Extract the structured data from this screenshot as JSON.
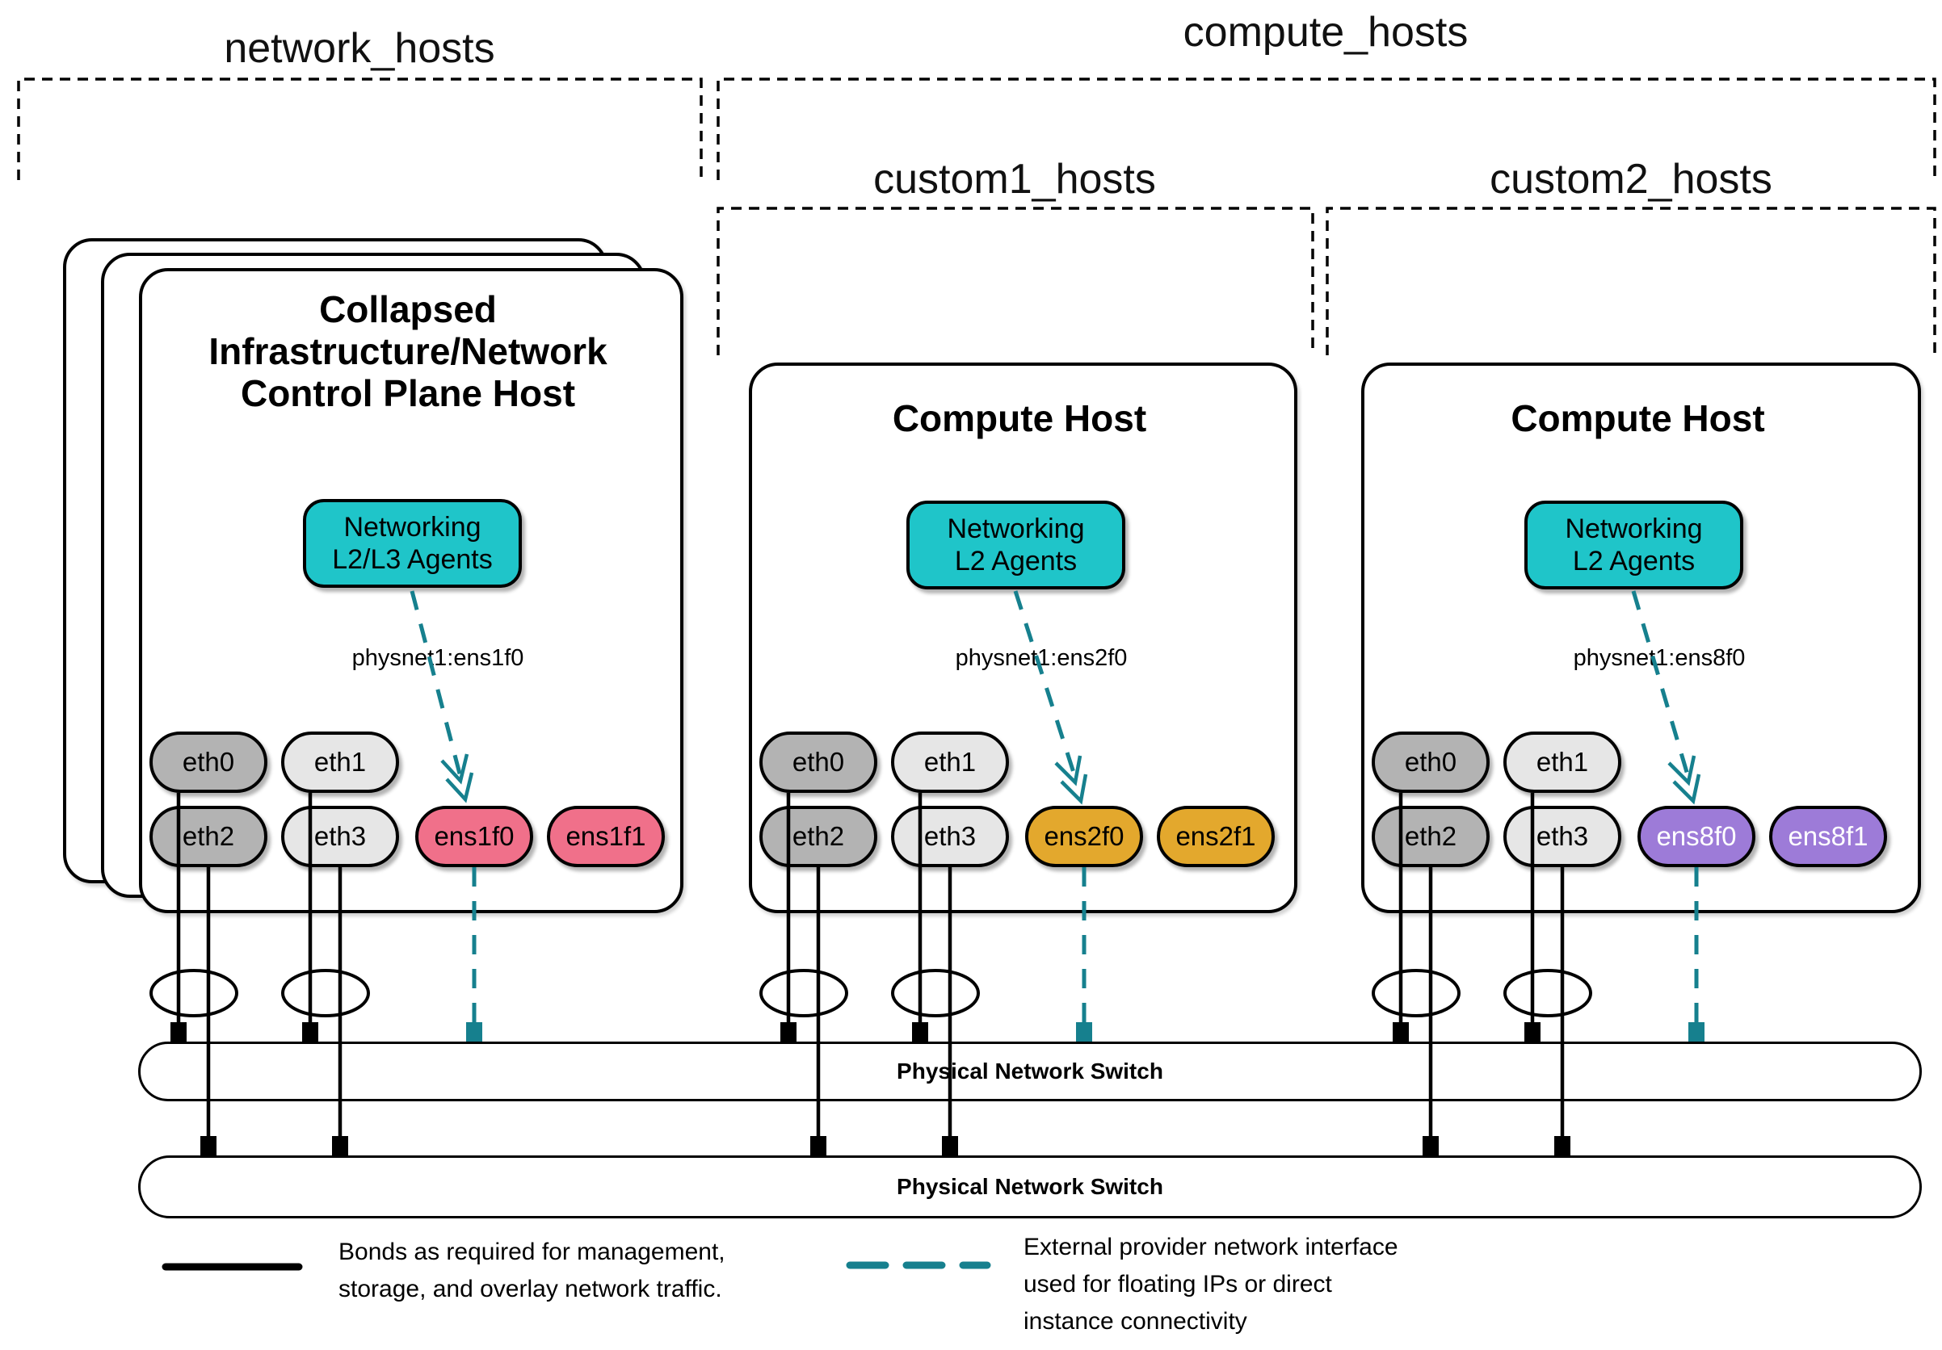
{
  "groups": {
    "network_hosts": {
      "label": "network_hosts"
    },
    "compute_hosts": {
      "label": "compute_hosts"
    },
    "custom1_hosts": {
      "label": "custom1_hosts"
    },
    "custom2_hosts": {
      "label": "custom2_hosts"
    }
  },
  "hosts": [
    {
      "title_lines": [
        "Collapsed",
        "Infrastructure/Network",
        "Control Plane Host"
      ],
      "agent_lines": [
        "Networking",
        "L2/L3 Agents"
      ],
      "physnet_label": "physnet1:ens1f0",
      "nics": {
        "eth0": "eth0",
        "eth1": "eth1",
        "eth2": "eth2",
        "eth3": "eth3",
        "prov0": "ens1f0",
        "prov1": "ens1f1"
      }
    },
    {
      "title_lines": [
        "Compute Host"
      ],
      "agent_lines": [
        "Networking",
        "L2 Agents"
      ],
      "physnet_label": "physnet1:ens2f0",
      "nics": {
        "eth0": "eth0",
        "eth1": "eth1",
        "eth2": "eth2",
        "eth3": "eth3",
        "prov0": "ens2f0",
        "prov1": "ens2f1"
      }
    },
    {
      "title_lines": [
        "Compute Host"
      ],
      "agent_lines": [
        "Networking",
        "L2 Agents"
      ],
      "physnet_label": "physnet1:ens8f0",
      "nics": {
        "eth0": "eth0",
        "eth1": "eth1",
        "eth2": "eth2",
        "eth3": "eth3",
        "prov0": "ens8f0",
        "prov1": "ens8f1"
      }
    }
  ],
  "switches": [
    {
      "label": "Physical Network Switch"
    },
    {
      "label": "Physical Network Switch"
    }
  ],
  "legend": {
    "bond": {
      "lines": [
        "Bonds as required for management,",
        "storage, and overlay network traffic."
      ]
    },
    "provider": {
      "lines": [
        "External provider network interface",
        "used for floating IPs or direct",
        "instance connectivity"
      ]
    }
  },
  "colors": {
    "teal_fill": "#1FC5C9",
    "provider_dash": "#16808E",
    "nic_dark": "#B3B3B3",
    "nic_light": "#E6E6E6",
    "nic_pink": "#F0708A",
    "nic_gold": "#E3A82D",
    "nic_purple": "#9D7BD8"
  }
}
